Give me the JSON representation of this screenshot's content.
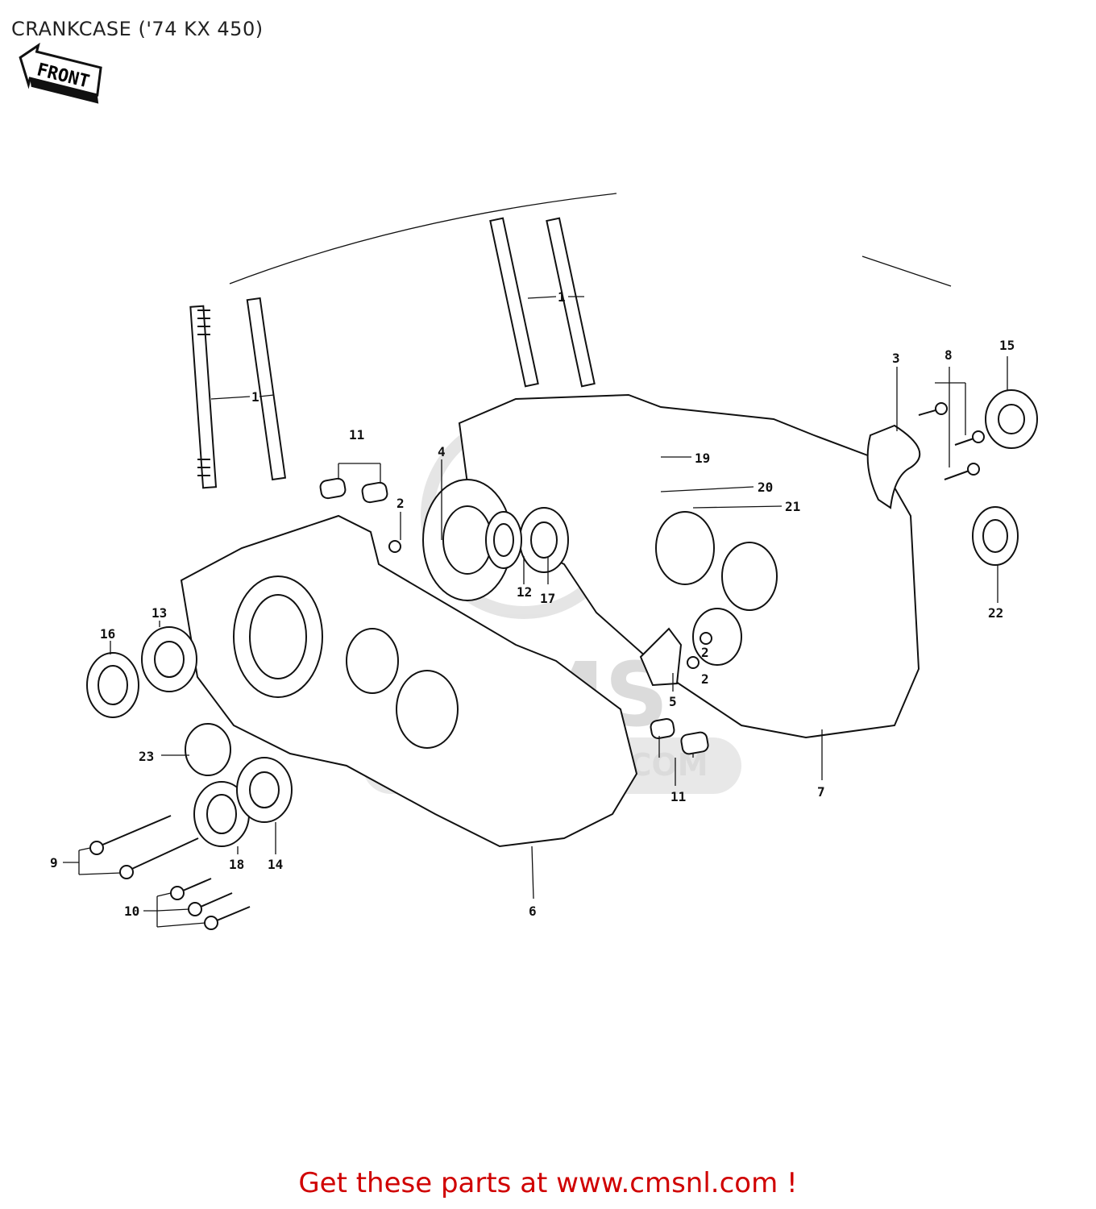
{
  "title": "CRANKCASE ('74 KX 450)",
  "front_badge": "FRONT",
  "footer_link": "Get these parts at www.cmsnl.com !",
  "watermark": {
    "logo": "CMS",
    "url": "WWW.CMSNL.COM"
  },
  "callouts": {
    "c1a": "1",
    "c1b": "1",
    "c2a": "2",
    "c2b": "2",
    "c2c": "2",
    "c3": "3",
    "c4": "4",
    "c5": "5",
    "c6": "6",
    "c7": "7",
    "c8": "8",
    "c9": "9",
    "c10": "10",
    "c11a": "11",
    "c11b": "11",
    "c12": "12",
    "c13": "13",
    "c14": "14",
    "c15": "15",
    "c16": "16",
    "c17": "17",
    "c18": "18",
    "c19": "19",
    "c20": "20",
    "c21": "21",
    "c22": "22",
    "c23": "23"
  },
  "colors": {
    "footer": "#d00000",
    "line": "#111111",
    "watermark": "#d8d8d8"
  }
}
